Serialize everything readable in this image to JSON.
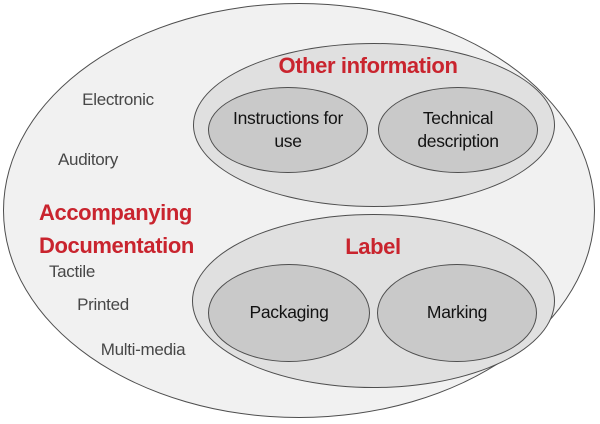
{
  "diagram": {
    "main_title": [
      "Accompanying",
      "Documentation"
    ],
    "outer_items": [
      "Electronic",
      "Auditory",
      "Tactile",
      "Printed",
      "Multi-media"
    ],
    "groups": [
      {
        "title": "Other information",
        "items": [
          "Instructions for use",
          "Technical description"
        ]
      },
      {
        "title": "Label",
        "items": [
          "Packaging",
          "Marking"
        ]
      }
    ],
    "colors": {
      "outer_fill": "#f1f1f1",
      "group_fill": "#e0e0e0",
      "item_fill": "#c9c9c9",
      "stroke": "#4e4e4e",
      "accent_red": "#c9242e",
      "outer_label_gray": "#474747",
      "item_text": "#121212",
      "background": "#ffffff"
    }
  }
}
